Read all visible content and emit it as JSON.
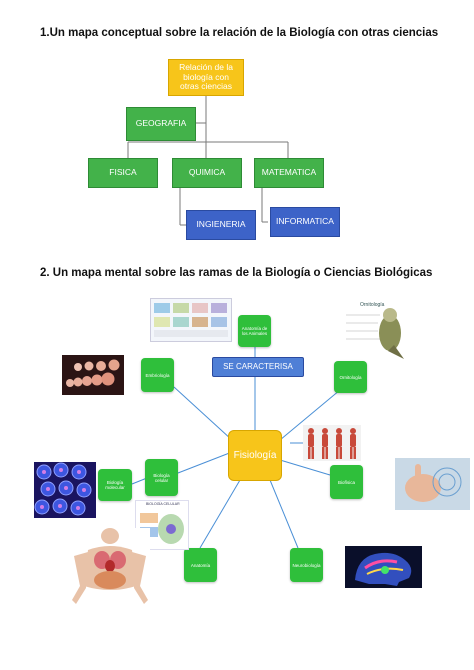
{
  "section1": {
    "heading": "1.Un mapa conceptual sobre la relación de la Biología con otras ciencias",
    "root": "Relación de la biología con otras ciencias",
    "geografia": "GEOGRAFIA",
    "fisica": "FISICA",
    "quimica": "QUIMICA",
    "matematica": "MATEMATICA",
    "ingenieria": "INGIENERIA",
    "informatica": "INFORMATICA"
  },
  "section2": {
    "heading": "2. Un mapa mental sobre las ramas de la Biología o Ciencias Biológicas",
    "center": "Fisiología",
    "se_caracterisa": "SE CARACTERISA",
    "nodes": {
      "top": "Anatomía de los Animales",
      "embriologia": "Embriología",
      "ornitologia": "Ornitología",
      "biologia_celular": "Biología celular",
      "biologia_molecular": "Biología molecular",
      "biofisica": "Biofísica",
      "anatomia": "Anatomía",
      "neurobiologia": "Neurobiología"
    },
    "image_labels": {
      "ornitologia": "Ornitología",
      "molecular": "BIOLOGÍA CELULAR"
    }
  },
  "colors": {
    "green": "#43b24a",
    "blue": "#3d63c8",
    "yellow": "#f7c51a",
    "line": "#4a8fd6"
  }
}
